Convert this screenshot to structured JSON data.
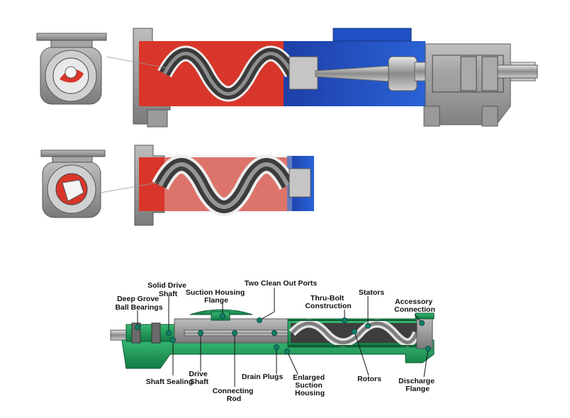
{
  "colors": {
    "suction_red": "#d8362a",
    "discharge_blue": "#1f4fc2",
    "casing_grey": "#8c8c8c",
    "rotor_steel": "#6d6d6d",
    "pump_green": "#1e9a5a",
    "marker_teal": "#12806a",
    "label_black": "#111111"
  },
  "figures": {
    "top_cutaway": "pump-cutaway-full-icon",
    "middle_cutaway": "pump-cutaway-suction-icon",
    "bottom_diagram": "pump-labeled-assembly-icon"
  },
  "labels": {
    "deep_groove": [
      "Deep Grove",
      "Ball Bearings"
    ],
    "solid_drive": [
      "Solid Drive",
      "Shaft"
    ],
    "suction_flange": [
      "Suction Housing",
      "Flange"
    ],
    "clean_out": [
      "Two Clean Out Ports"
    ],
    "thru_bolt": [
      "Thru-Bolt",
      "Construction"
    ],
    "stators": [
      "Stators"
    ],
    "accessory": [
      "Accessory",
      "Connection"
    ],
    "shaft_sealing": [
      "Shaft Sealing"
    ],
    "drive_shaft": [
      "Drive",
      "Shaft"
    ],
    "connecting_rod": [
      "Connecting",
      "Rod"
    ],
    "drain_plugs": [
      "Drain Plugs"
    ],
    "enlarged_suction": [
      "Enlarged",
      "Suction",
      "Housing"
    ],
    "rotors": [
      "Rotors"
    ],
    "discharge_flange": [
      "Discharge",
      "Flange"
    ]
  }
}
